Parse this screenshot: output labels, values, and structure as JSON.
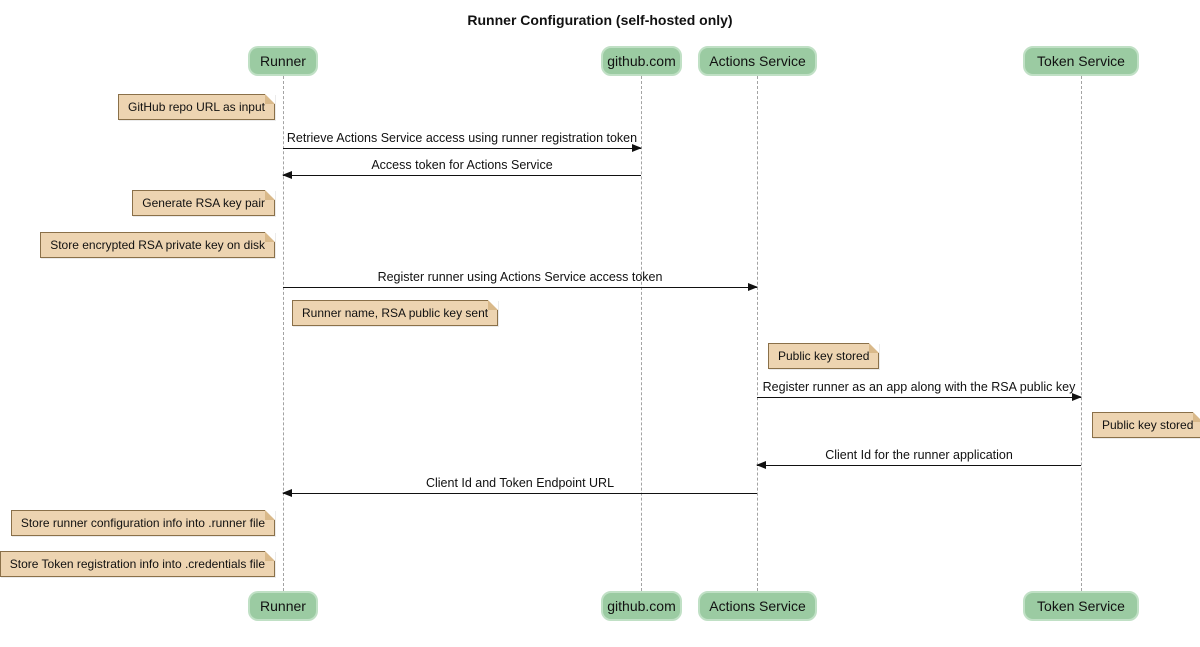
{
  "title": "Runner Configuration (self-hosted only)",
  "participants": [
    {
      "name": "Runner"
    },
    {
      "name": "github.com"
    },
    {
      "name": "Actions Service"
    },
    {
      "name": "Token Service"
    }
  ],
  "messages": [
    {
      "from": "Runner",
      "to": "github.com",
      "direction": "right",
      "label": "Retrieve Actions Service access using runner registration token"
    },
    {
      "from": "github.com",
      "to": "Runner",
      "direction": "left",
      "label": "Access token for Actions Service"
    },
    {
      "from": "Runner",
      "to": "Actions Service",
      "direction": "right",
      "label": "Register runner using Actions Service access token"
    },
    {
      "from": "Actions Service",
      "to": "Token Service",
      "direction": "right",
      "label": "Register runner as an app along with the RSA public key"
    },
    {
      "from": "Token Service",
      "to": "Actions Service",
      "direction": "left",
      "label": "Client Id for the runner application"
    },
    {
      "from": "Actions Service",
      "to": "Runner",
      "direction": "left",
      "label": "Client Id and Token Endpoint URL"
    }
  ],
  "notes": [
    {
      "anchor": "Runner",
      "side": "left",
      "text": "GitHub repo URL as input"
    },
    {
      "anchor": "Runner",
      "side": "left",
      "text": "Generate RSA key pair"
    },
    {
      "anchor": "Runner",
      "side": "left",
      "text": "Store encrypted RSA private key on disk"
    },
    {
      "anchor": "Runner",
      "side": "right",
      "text": "Runner name, RSA public key sent"
    },
    {
      "anchor": "Actions Service",
      "side": "right",
      "text": "Public key stored"
    },
    {
      "anchor": "Token Service",
      "side": "right",
      "text": "Public key stored"
    },
    {
      "anchor": "Runner",
      "side": "left",
      "text": "Store runner configuration info into .runner file"
    },
    {
      "anchor": "Runner",
      "side": "left",
      "text": "Store Token registration info into .credentials file"
    }
  ],
  "colors": {
    "participant_fill": "#9bcba2",
    "participant_border": "#c0e0c5",
    "note_fill": "#edd4b1",
    "note_border": "#8a7049",
    "note_fold": "#d9b98a",
    "lifeline": "#a3a3a3",
    "arrow": "#111111"
  }
}
